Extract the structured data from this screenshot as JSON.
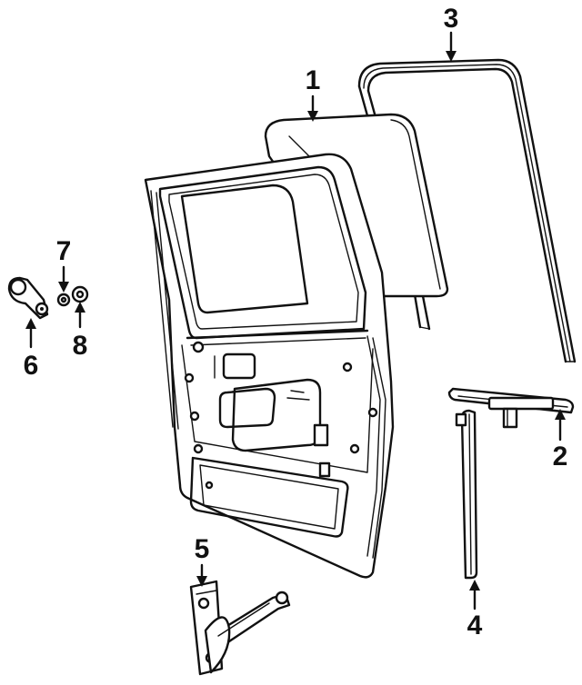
{
  "callouts": [
    {
      "id": "1",
      "label": "1",
      "part": "glass"
    },
    {
      "id": "2",
      "label": "2",
      "part": "glass-channel"
    },
    {
      "id": "3",
      "label": "3",
      "part": "run-channel"
    },
    {
      "id": "4",
      "label": "4",
      "part": "rear-guide"
    },
    {
      "id": "5",
      "label": "5",
      "part": "window-regulator"
    },
    {
      "id": "6",
      "label": "6",
      "part": "handle"
    },
    {
      "id": "7",
      "label": "7",
      "part": "washer"
    },
    {
      "id": "8",
      "label": "8",
      "part": "nut"
    }
  ],
  "colors": {
    "ink": "#111111",
    "background": "#ffffff"
  }
}
